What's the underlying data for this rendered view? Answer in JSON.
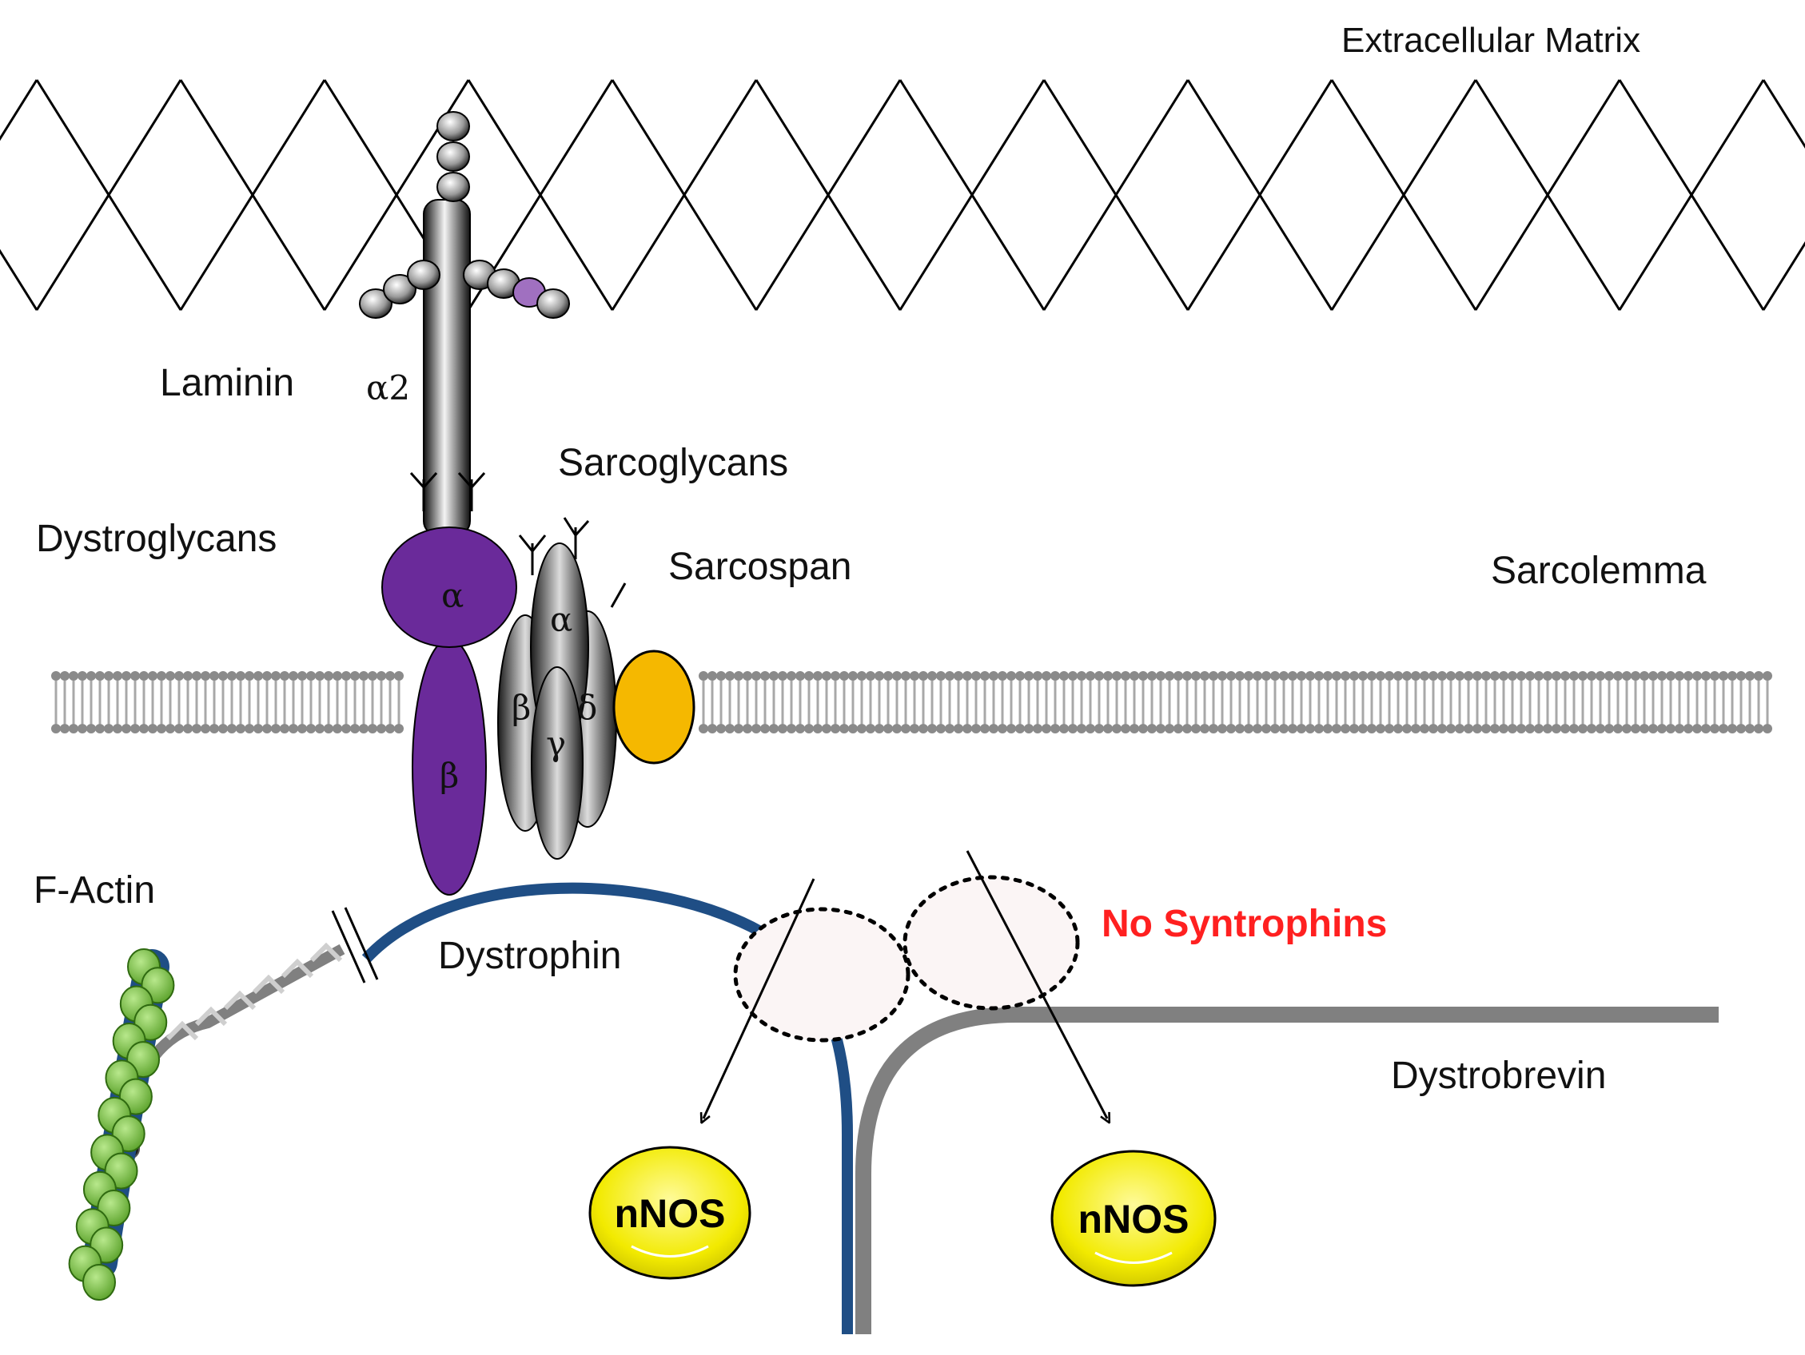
{
  "labels": {
    "extracellular_matrix": "Extracellular Matrix",
    "laminin": "Laminin",
    "laminin_subunit": "α2",
    "sarcoglycans": "Sarcoglycans",
    "dystroglycans": "Dystroglycans",
    "sarcospan": "Sarcospan",
    "sarcolemma": "Sarcolemma",
    "f_actin": "F-Actin",
    "dystrophin": "Dystrophin",
    "no_syntrophins": "No Syntrophins",
    "dystrobrevin": "Dystrobrevin",
    "nnos_left": "nNOS",
    "nnos_right": "nNOS"
  },
  "dystroglycan_subunits": {
    "alpha": "α",
    "beta": "β"
  },
  "sarcoglycan_subunits": {
    "alpha": "α",
    "beta": "β",
    "gamma": "γ",
    "delta": "δ"
  },
  "colors": {
    "dystroglycan": "#6a2a9a",
    "dystrophin": "#1f4e85",
    "dystrobrevin": "#808080",
    "sarcospan": "#f5b800",
    "nnos": "#f2ea00",
    "f_actin": "#7cc142",
    "no_syntrophins": "#ff2020"
  },
  "icons": {
    "laminin": "laminin-icon",
    "sarcoglycan_complex": "sarcoglycan-complex-icon",
    "membrane": "lipid-bilayer-icon",
    "actin": "actin-filament-icon"
  }
}
